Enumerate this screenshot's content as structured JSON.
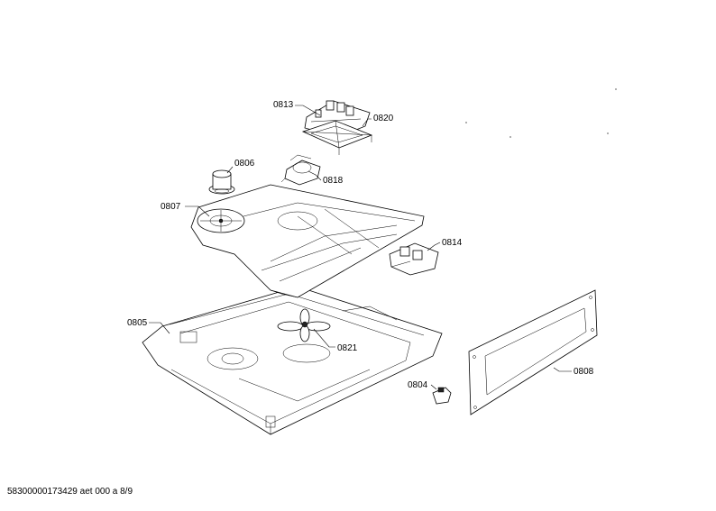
{
  "labels": {
    "p0813": "0813",
    "p0820": "0820",
    "p0806": "0806",
    "p0818": "0818",
    "p0807": "0807",
    "p0814": "0814",
    "p0805": "0805",
    "p0821": "0821",
    "p0808": "0808",
    "p0804": "0804"
  },
  "footer": "58300000173429 aet 000 a 8/9"
}
